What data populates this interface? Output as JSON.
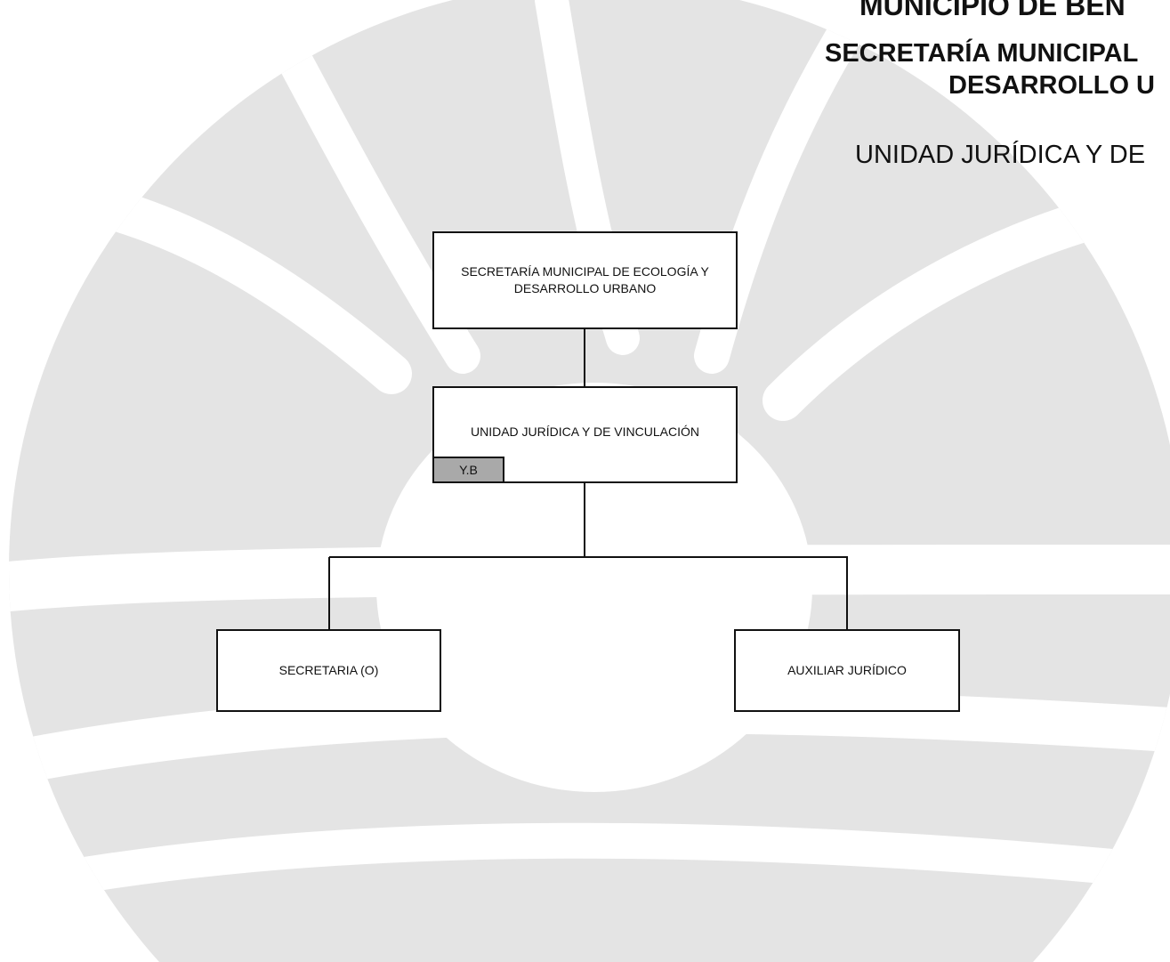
{
  "header": {
    "line1": "MUNICIPIO DE BEN",
    "line2": "SECRETARÍA MUNICIPAL",
    "line3": "DESARROLLO U",
    "line4": "UNIDAD JURÍDICA Y DE"
  },
  "org_chart": {
    "root": {
      "label": "SECRETARÍA MUNICIPAL DE ECOLOGÍA Y DESARROLLO URBANO"
    },
    "unit": {
      "label": "UNIDAD JURÍDICA Y DE VINCULACIÓN",
      "tag": "Y.B"
    },
    "children": [
      {
        "label": "SECRETARIA (O)"
      },
      {
        "label": "AUXILIAR JURÍDICO"
      }
    ]
  },
  "colors": {
    "watermark": "#e3e3e3",
    "box_border": "#111111",
    "tag_fill": "#a9a9a9"
  }
}
